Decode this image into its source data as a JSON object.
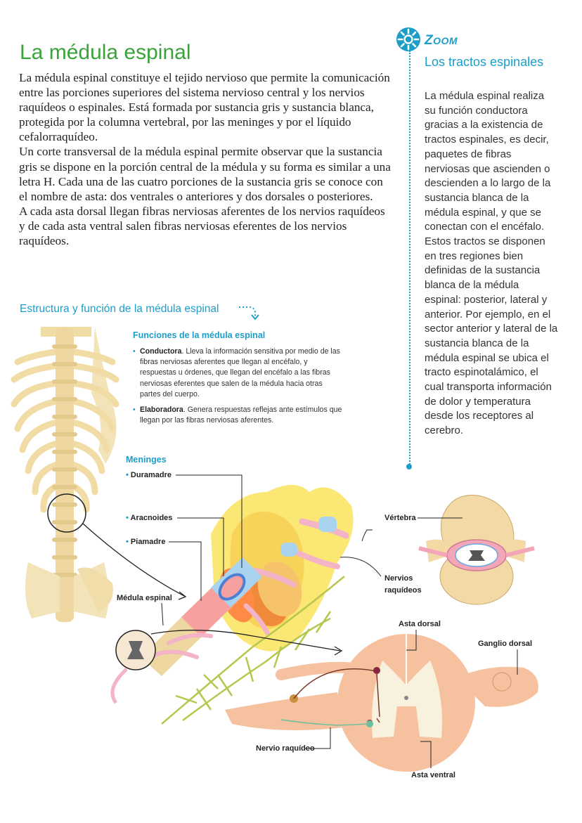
{
  "title": "La médula espinal",
  "intro": [
    "La médula espinal constituye el tejido nervioso que permite la comunicación entre las porciones superiores del sistema nervioso central y los nervios raquídeos o espinales. Está formada por sustancia gris y sustancia blanca, protegida por la columna vertebral, por las meninges y por el líquido cefalorraquídeo.",
    "Un corte transversal de la médula espinal permite observar que la sustancia gris se dispone en la porción central de la médula y su forma es similar a una letra H. Cada una de las cuatro porciones de la sustancia gris se conoce con el nombre de asta: dos ventrales o anteriores y dos dorsales o posteriores.",
    "A cada asta dorsal llegan fibras nerviosas aferentes de los nervios raquídeos y de cada asta ventral salen fibras nerviosas eferentes de los nervios raquídeos."
  ],
  "sidebar": {
    "zoom_first": "Z",
    "zoom_rest": "OOM",
    "heading": "Los tractos espinales",
    "body": "La médula espinal realiza su función conductora gracias a la existencia de tractos espinales, es decir, paquetes de fibras nerviosas que ascienden o descienden a lo largo de la sustancia blanca de la médula espinal, y que se conectan con el encéfalo. Estos tractos se disponen en tres regiones bien definidas de la sustancia blanca de la médula espinal: posterior, lateral y anterior. Por ejemplo, en el sector anterior y lateral de la sustancia blanca de la médula espinal se ubica el tracto espinotalámico, el cual transporta información de dolor y temperatura desde los receptores al cerebro."
  },
  "figure": {
    "section_title": "Estructura y función de la médula espinal",
    "functions_title": "Funciones de la médula espinal",
    "functions": [
      {
        "term": "Conductora",
        "text": ". Lleva la información sensitiva por medio de las fibras nerviosas aferentes que llegan al encéfalo, y respuestas u órdenes, que llegan del encéfalo a las fibras nerviosas eferentes que salen de la médula hacia otras partes del cuerpo."
      },
      {
        "term": "Elaboradora",
        "text": ". Genera respuestas reflejas ante estímulos que llegan por las fibras nerviosas aferentes."
      }
    ],
    "meninges_title": "Meninges",
    "labels": {
      "duramadre": "Duramadre",
      "aracnoides": "Aracnoides",
      "piamadre": "Piamadre",
      "medula": "Médula espinal",
      "vertebra": "Vértebra",
      "nervios1": "Nervios",
      "nervios2": "raquídeos",
      "asta_dorsal": "Asta dorsal",
      "ganglio": "Ganglio dorsal",
      "nervio_raquideo": "Nervio raquídeo",
      "asta_ventral": "Asta ventral"
    },
    "colors": {
      "accent_green": "#3aa33a",
      "accent_blue": "#1d9ec8",
      "bone": "#f2dca6",
      "spinal_tissue": "#f6c19f",
      "gray_matter": "#f8f1dd"
    }
  }
}
